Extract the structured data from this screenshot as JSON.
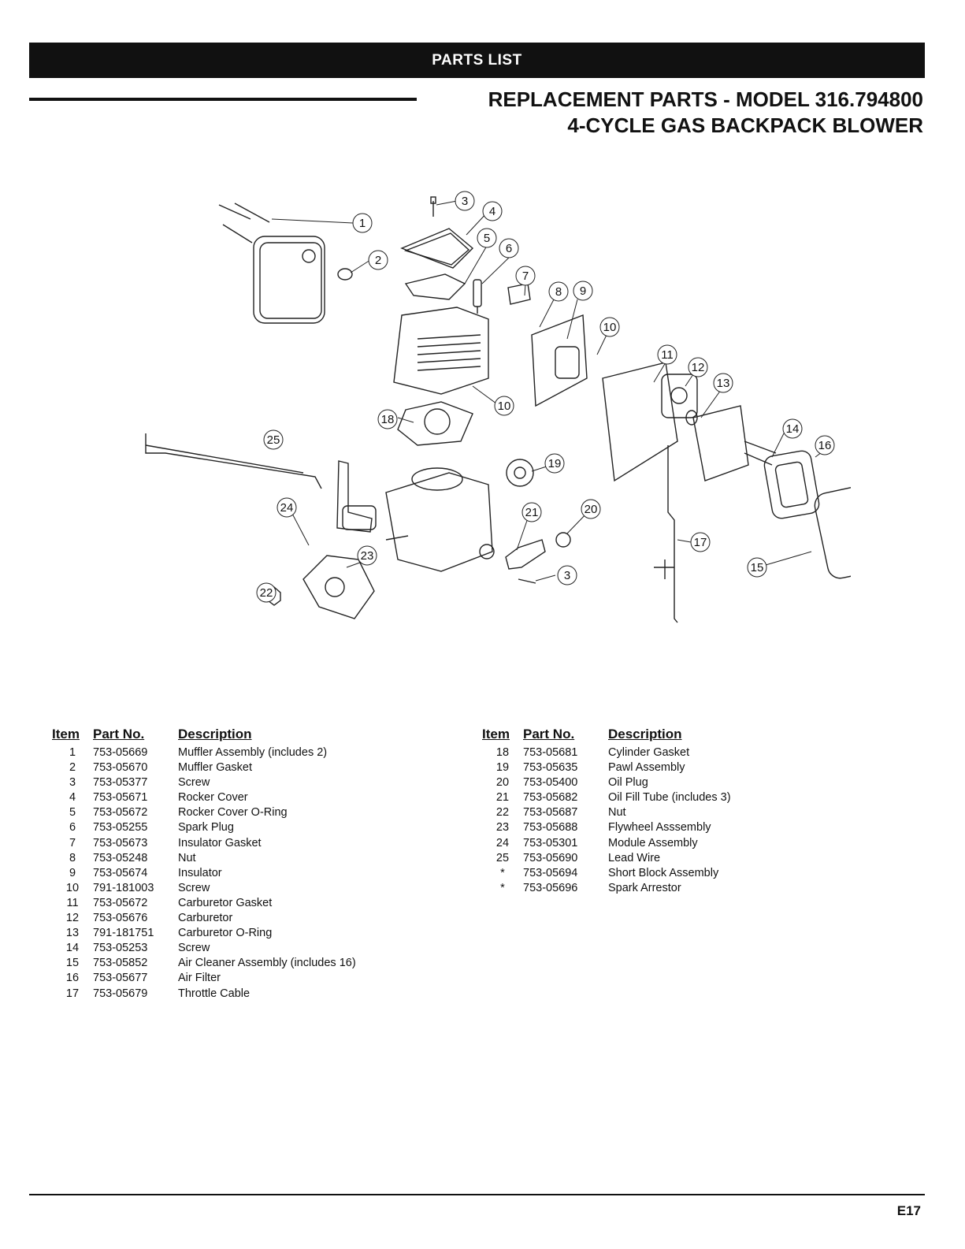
{
  "header": {
    "banner": "PARTS LIST",
    "title_line1": "REPLACEMENT PARTS - MODEL 316.794800",
    "title_line2": "4-CYCLE GAS BACKPACK BLOWER"
  },
  "diagram": {
    "callouts": [
      "1",
      "2",
      "3",
      "4",
      "5",
      "6",
      "7",
      "8",
      "9",
      "10",
      "10",
      "11",
      "12",
      "13",
      "14",
      "15",
      "16",
      "17",
      "18",
      "19",
      "20",
      "21",
      "22",
      "23",
      "24",
      "25",
      "3"
    ]
  },
  "table": {
    "headers": {
      "item": "Item",
      "part": "Part No.",
      "desc": "Description"
    },
    "left": [
      {
        "item": "1",
        "part": "753-05669",
        "desc": "Muffler Assembly (includes 2)"
      },
      {
        "item": "2",
        "part": "753-05670",
        "desc": "Muffler Gasket"
      },
      {
        "item": "3",
        "part": "753-05377",
        "desc": "Screw"
      },
      {
        "item": "4",
        "part": "753-05671",
        "desc": "Rocker Cover"
      },
      {
        "item": "5",
        "part": "753-05672",
        "desc": "Rocker Cover O-Ring"
      },
      {
        "item": "6",
        "part": "753-05255",
        "desc": "Spark Plug"
      },
      {
        "item": "7",
        "part": "753-05673",
        "desc": "Insulator Gasket"
      },
      {
        "item": "8",
        "part": "753-05248",
        "desc": "Nut"
      },
      {
        "item": "9",
        "part": "753-05674",
        "desc": "Insulator"
      },
      {
        "item": "10",
        "part": "791-181003",
        "desc": "Screw"
      },
      {
        "item": "11",
        "part": "753-05672",
        "desc": "Carburetor Gasket"
      },
      {
        "item": "12",
        "part": "753-05676",
        "desc": "Carburetor"
      },
      {
        "item": "13",
        "part": "791-181751",
        "desc": "Carburetor O-Ring"
      },
      {
        "item": "14",
        "part": "753-05253",
        "desc": "Screw"
      },
      {
        "item": "15",
        "part": "753-05852",
        "desc": "Air Cleaner Assembly (includes 16)"
      },
      {
        "item": "16",
        "part": "753-05677",
        "desc": "Air Filter"
      },
      {
        "item": "17",
        "part": "753-05679",
        "desc": "Throttle Cable"
      }
    ],
    "right": [
      {
        "item": "18",
        "part": "753-05681",
        "desc": "Cylinder Gasket"
      },
      {
        "item": "19",
        "part": "753-05635",
        "desc": "Pawl Assembly"
      },
      {
        "item": "20",
        "part": "753-05400",
        "desc": "Oil Plug"
      },
      {
        "item": "21",
        "part": "753-05682",
        "desc": "Oil Fill Tube (includes 3)"
      },
      {
        "item": "22",
        "part": "753-05687",
        "desc": "Nut"
      },
      {
        "item": "23",
        "part": "753-05688",
        "desc": "Flywheel Asssembly"
      },
      {
        "item": "24",
        "part": "753-05301",
        "desc": "Module Assembly"
      },
      {
        "item": "25",
        "part": "753-05690",
        "desc": "Lead Wire"
      },
      {
        "item": "*",
        "part": "753-05694",
        "desc": "Short Block Assembly"
      },
      {
        "item": "*",
        "part": "753-05696",
        "desc": "Spark Arrestor"
      }
    ]
  },
  "footer": {
    "page_number": "E17"
  }
}
